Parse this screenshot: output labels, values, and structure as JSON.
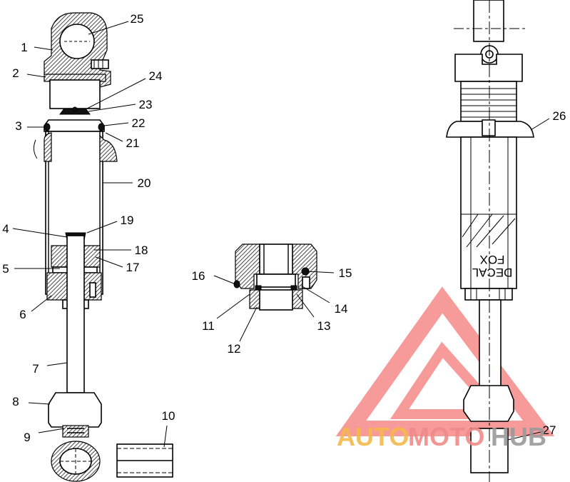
{
  "callouts": [
    "1",
    "2",
    "3",
    "4",
    "5",
    "6",
    "7",
    "8",
    "9",
    "10",
    "11",
    "12",
    "13",
    "14",
    "15",
    "16",
    "17",
    "18",
    "19",
    "20",
    "21",
    "22",
    "23",
    "24",
    "25",
    "26",
    "27"
  ],
  "decal_text": {
    "line1": "DECAL",
    "line2": "FOX"
  },
  "watermark": {
    "part1": "AUTO",
    "part2": "MOTO",
    "part3": "HUB",
    "color1": "#f5b94a",
    "color2": "#f08a8a",
    "color3": "#9a9a9a",
    "logo_color": "#f26a6a"
  }
}
